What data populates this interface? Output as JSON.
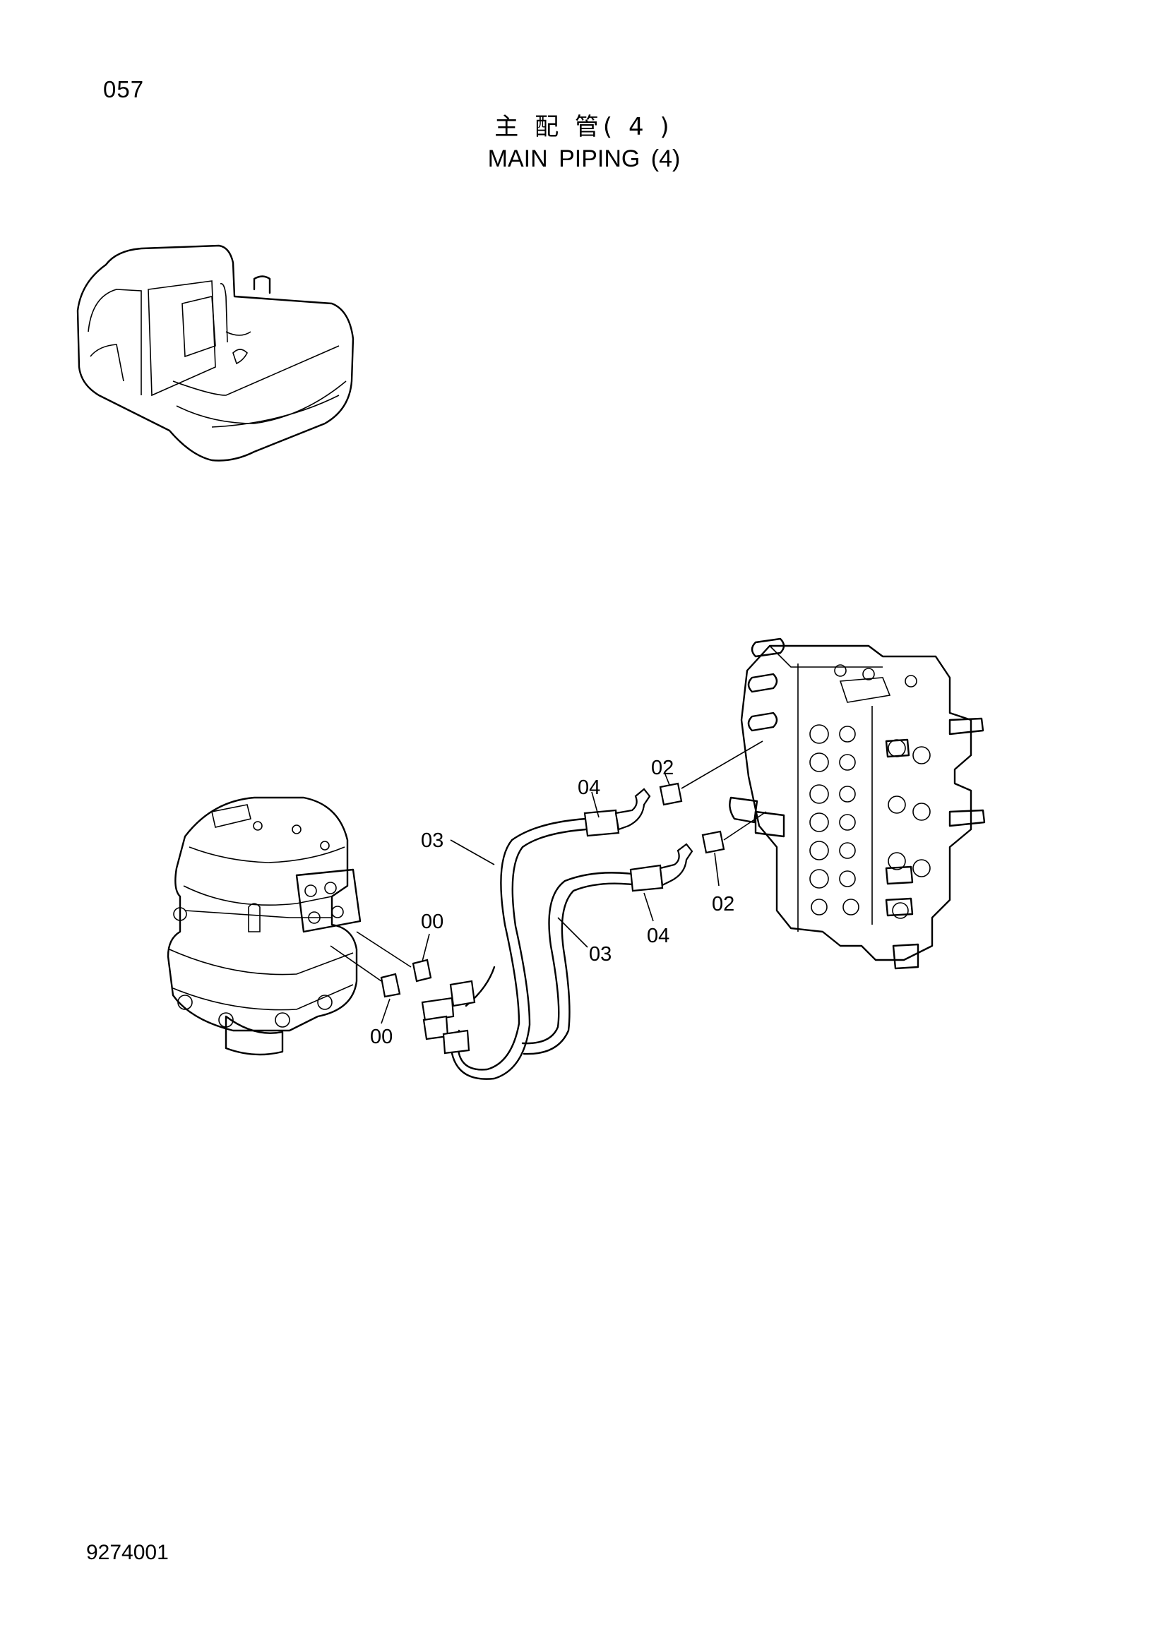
{
  "page": {
    "number": "057",
    "title_cn": "主 配 管( 4 )",
    "title_en": "MAIN PIPING (4)",
    "drawing_number": "9274001"
  },
  "callouts": [
    {
      "id": "c04a",
      "label": "04"
    },
    {
      "id": "c02a",
      "label": "02"
    },
    {
      "id": "c03a",
      "label": "03"
    },
    {
      "id": "c00a",
      "label": "00"
    },
    {
      "id": "c02b",
      "label": "02"
    },
    {
      "id": "c04b",
      "label": "04"
    },
    {
      "id": "c03b",
      "label": "03"
    },
    {
      "id": "c00b",
      "label": "00"
    }
  ]
}
